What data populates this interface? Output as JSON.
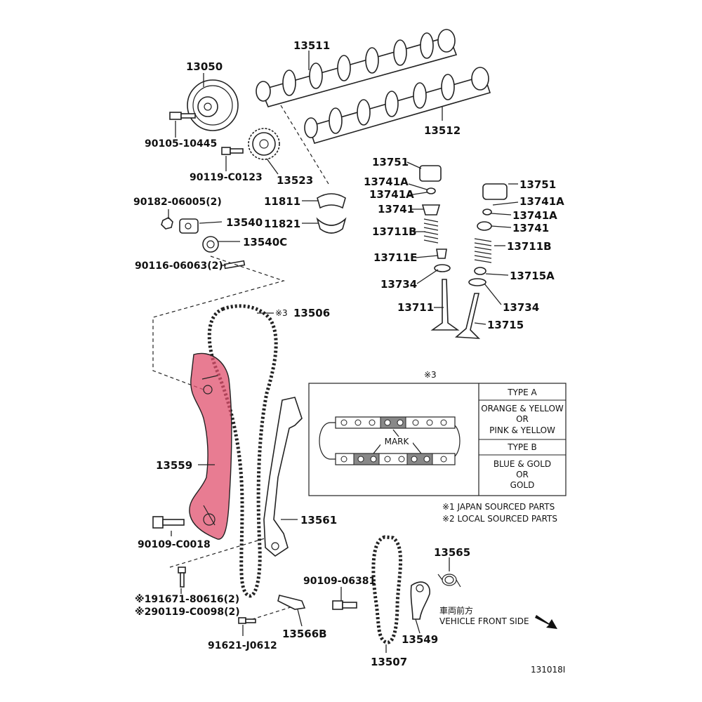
{
  "labels": {
    "p13511": "13511",
    "p13050": "13050",
    "p13512": "13512",
    "p90105": "90105-10445",
    "p90119c": "90119-C0123",
    "p13523": "13523",
    "p90182": "90182-06005(2)",
    "p13540": "13540",
    "p13540c": "13540C",
    "p90116": "90116-06063(2)",
    "p11811": "11811",
    "p11821": "11821",
    "p13751a": "13751",
    "p13741a1": "13741A",
    "p13741a2": "13741A",
    "p13741": "13741",
    "p13711b": "13711B",
    "p13711e": "13711E",
    "p13734": "13734",
    "p13711": "13711",
    "p13751b": "13751",
    "p13741a3": "13741A",
    "p13741a4": "13741A",
    "p13741b": "13741",
    "p13711b2": "13711B",
    "p13715a": "13715A",
    "p13734b": "13734",
    "p13715": "13715",
    "p13506_mark": "※3",
    "p13506": "13506",
    "p13559": "13559",
    "p13561": "13561",
    "p90109c": "90109-C0018",
    "p91671": "※191671-80616(2)",
    "p90119c98": "※290119-C0098(2)",
    "p90109_06381": "90109-06381",
    "p13565": "13565",
    "p13566b": "13566B",
    "p91621": "91621-J0612",
    "p13549": "13549",
    "p13507": "13507",
    "box_mark": "※3"
  },
  "type_table": {
    "type_a_header": "TYPE A",
    "type_a_line1": "ORANGE & YELLOW",
    "type_a_line2": "OR",
    "type_a_line3": "PINK & YELLOW",
    "type_b_header": "TYPE B",
    "type_b_line1": "BLUE & GOLD",
    "type_b_line2": "OR",
    "type_b_line3": "GOLD",
    "mark_label": "MARK"
  },
  "notes": {
    "note1": "※1 JAPAN SOURCED PARTS",
    "note2": "※2 LOCAL SOURCED PARTS"
  },
  "direction": {
    "jp": "車両前方",
    "en": "VEHICLE FRONT SIDE"
  },
  "figure_code": "131018I",
  "colors": {
    "highlight": "#e0506e",
    "line": "#222222"
  }
}
